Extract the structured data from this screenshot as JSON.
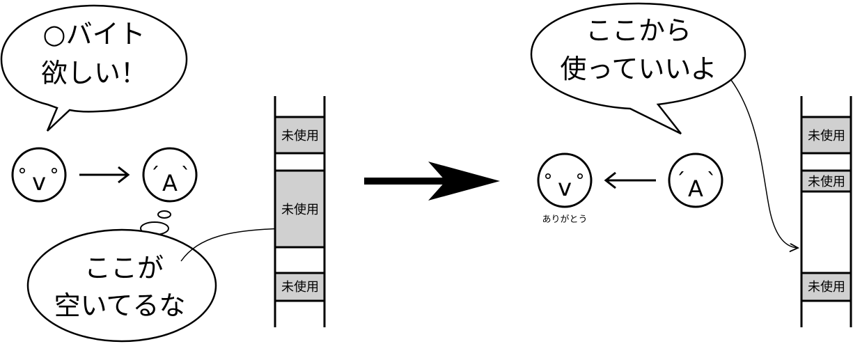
{
  "left_scene": {
    "speech_bubble": {
      "line1": "○バイト",
      "line2": "欲しい！"
    },
    "thought_bubble": {
      "line1": "ここが",
      "line2": "空いてるな"
    },
    "client_face": {
      "eye_left": "°",
      "mouth": "v",
      "eye_right": "°"
    },
    "allocator_face": {
      "brow_left": "´",
      "mouth": "A",
      "brow_right": "`"
    },
    "memory_blocks": [
      {
        "label": "未使用"
      },
      {
        "label": "未使用"
      },
      {
        "label": "未使用"
      }
    ]
  },
  "right_scene": {
    "speech_bubble": {
      "line1": "ここから",
      "line2": "使っていいよ"
    },
    "client_face": {
      "eye_left": "°",
      "mouth": "v",
      "eye_right": "°"
    },
    "allocator_face": {
      "brow_left": "´",
      "mouth": "A",
      "brow_right": "`"
    },
    "thanks_label": "ありがとう",
    "memory_blocks": [
      {
        "label": "未使用"
      },
      {
        "label": "未使用"
      },
      {
        "label": "未使用"
      }
    ]
  },
  "colors": {
    "stroke": "#000000",
    "unused_fill": "#d0d0d0",
    "background": "#ffffff"
  }
}
